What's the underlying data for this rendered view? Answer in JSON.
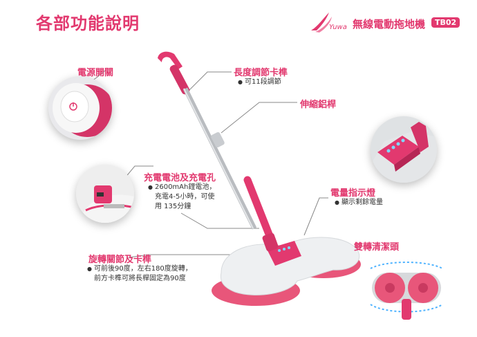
{
  "header": {
    "title": "各部功能說明",
    "brand": "Yuwa",
    "product": "無線電動拖地機",
    "model": "TB02"
  },
  "features": {
    "power_switch": {
      "label": "電源開關"
    },
    "length_clip": {
      "label": "長度調節卡榫",
      "note": "可11段調節"
    },
    "telescopic_rod": {
      "label": "伸縮鋁桿"
    },
    "battery": {
      "label": "充電電池及充電孔",
      "note_line1": "2600mAh鋰電池，",
      "note_line2": "充電4-5小時，可使",
      "note_line3": "用 135分鐘"
    },
    "indicator": {
      "label": "電量指示燈",
      "note": "顯示剩餘電量"
    },
    "dual_head": {
      "label": "雙轉清潔頭"
    },
    "rotating_joint": {
      "label": "旋轉關節及卡榫",
      "note_line1": "可前後90度，左右180度旋轉，",
      "note_line2": "前方卡榫可將長桿固定為90度"
    }
  },
  "colors": {
    "accent": "#e2396f",
    "pad": "#e8567a",
    "body": "#eef0f2"
  }
}
